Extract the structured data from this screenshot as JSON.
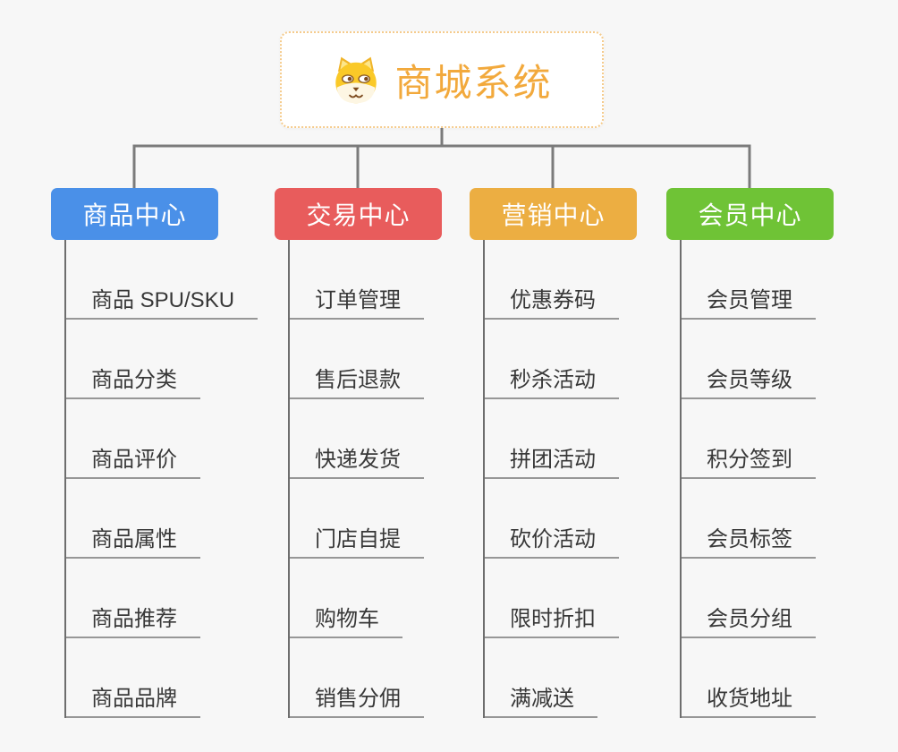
{
  "root": {
    "title": "商城系统",
    "icon": "shiba-dog-icon",
    "title_color": "#f2a93c",
    "border_color": "#f5cb8c"
  },
  "tree": {
    "connector_color": "#7b7b7b",
    "trunk_color": "#6e6e6e",
    "underline_color": "#979797",
    "child_text_color": "#383838",
    "background_color": "#f7f7f7",
    "branches": [
      {
        "label": "商品中心",
        "color": "#4a90e8",
        "children": [
          "商品 SPU/SKU",
          "商品分类",
          "商品评价",
          "商品属性",
          "商品推荐",
          "商品品牌"
        ]
      },
      {
        "label": "交易中心",
        "color": "#e85c5c",
        "children": [
          "订单管理",
          "售后退款",
          "快递发货",
          "门店自提",
          "购物车",
          "销售分佣"
        ]
      },
      {
        "label": "营销中心",
        "color": "#ecae42",
        "children": [
          "优惠券码",
          "秒杀活动",
          "拼团活动",
          "砍价活动",
          "限时折扣",
          "满减送"
        ]
      },
      {
        "label": "会员中心",
        "color": "#6fc336",
        "children": [
          "会员管理",
          "会员等级",
          "积分签到",
          "会员标签",
          "会员分组",
          "收货地址"
        ]
      }
    ]
  }
}
